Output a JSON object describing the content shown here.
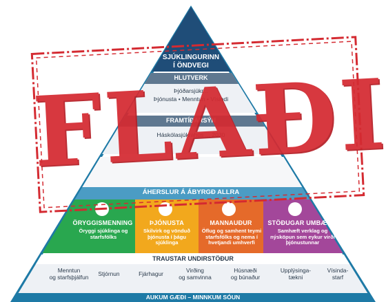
{
  "pyramid": {
    "top": {
      "line1": "SJÚKLINGURINN",
      "line2": "Í ÖNDVEGI"
    },
    "role": {
      "title": "HLUTVERK",
      "line1": "Þjóðarsjúkr...",
      "line2": "Þjónusta • Menntun • Vísindi"
    },
    "vision": {
      "title": "FRAMTÍÐARSÝN",
      "line1": "Háskólasjúkrahús ... 2030"
    },
    "focus": {
      "title": "ÁHERSLUR Á ÁBYRGÐ ALLRA"
    },
    "pillars": [
      {
        "title": "ÖRYGGISMENNING",
        "text": "Öryggi sjúklinga og starfsfólks",
        "color": "#29a74f"
      },
      {
        "title": "ÞJÓNUSTA",
        "text": "Skilvirk og vönduð þjónusta í þágu sjúklinga",
        "color": "#f2a81d"
      },
      {
        "title": "MANNAUÐUR",
        "text": "Öflug og samhent teymi starfsfólks og nema í hvetjandi umhverfi",
        "color": "#e56a2a"
      },
      {
        "title": "STÖÐUGAR UMBÆTUR",
        "text": "Samhæft verklag og nýsköpun sem eykur virði þjónustunnar",
        "color": "#a3479a"
      }
    ],
    "foundations": {
      "title": "TRAUSTAR UNDIRSTÖÐUR",
      "items": [
        {
          "l1": "Menntun",
          "l2": "og starfsþjálfun"
        },
        {
          "l1": "Stjórnun",
          "l2": ""
        },
        {
          "l1": "Fjárhagur",
          "l2": ""
        },
        {
          "l1": "Virðing",
          "l2": "og samvinna"
        },
        {
          "l1": "Húsnæði",
          "l2": "og búnaður"
        },
        {
          "l1": "Upplýsinga-",
          "l2": "tækni"
        },
        {
          "l1": "Vísinda-",
          "l2": "starf"
        }
      ]
    },
    "footer": "AUKUM GÆÐI – MINNKUM SÓUN"
  },
  "stamp": {
    "word": "FLAÐI"
  },
  "colors": {
    "navy": "#1f4d78",
    "teal": "#1e7aa6",
    "stamp": "#d42a31",
    "pale": "#eef1f5"
  }
}
